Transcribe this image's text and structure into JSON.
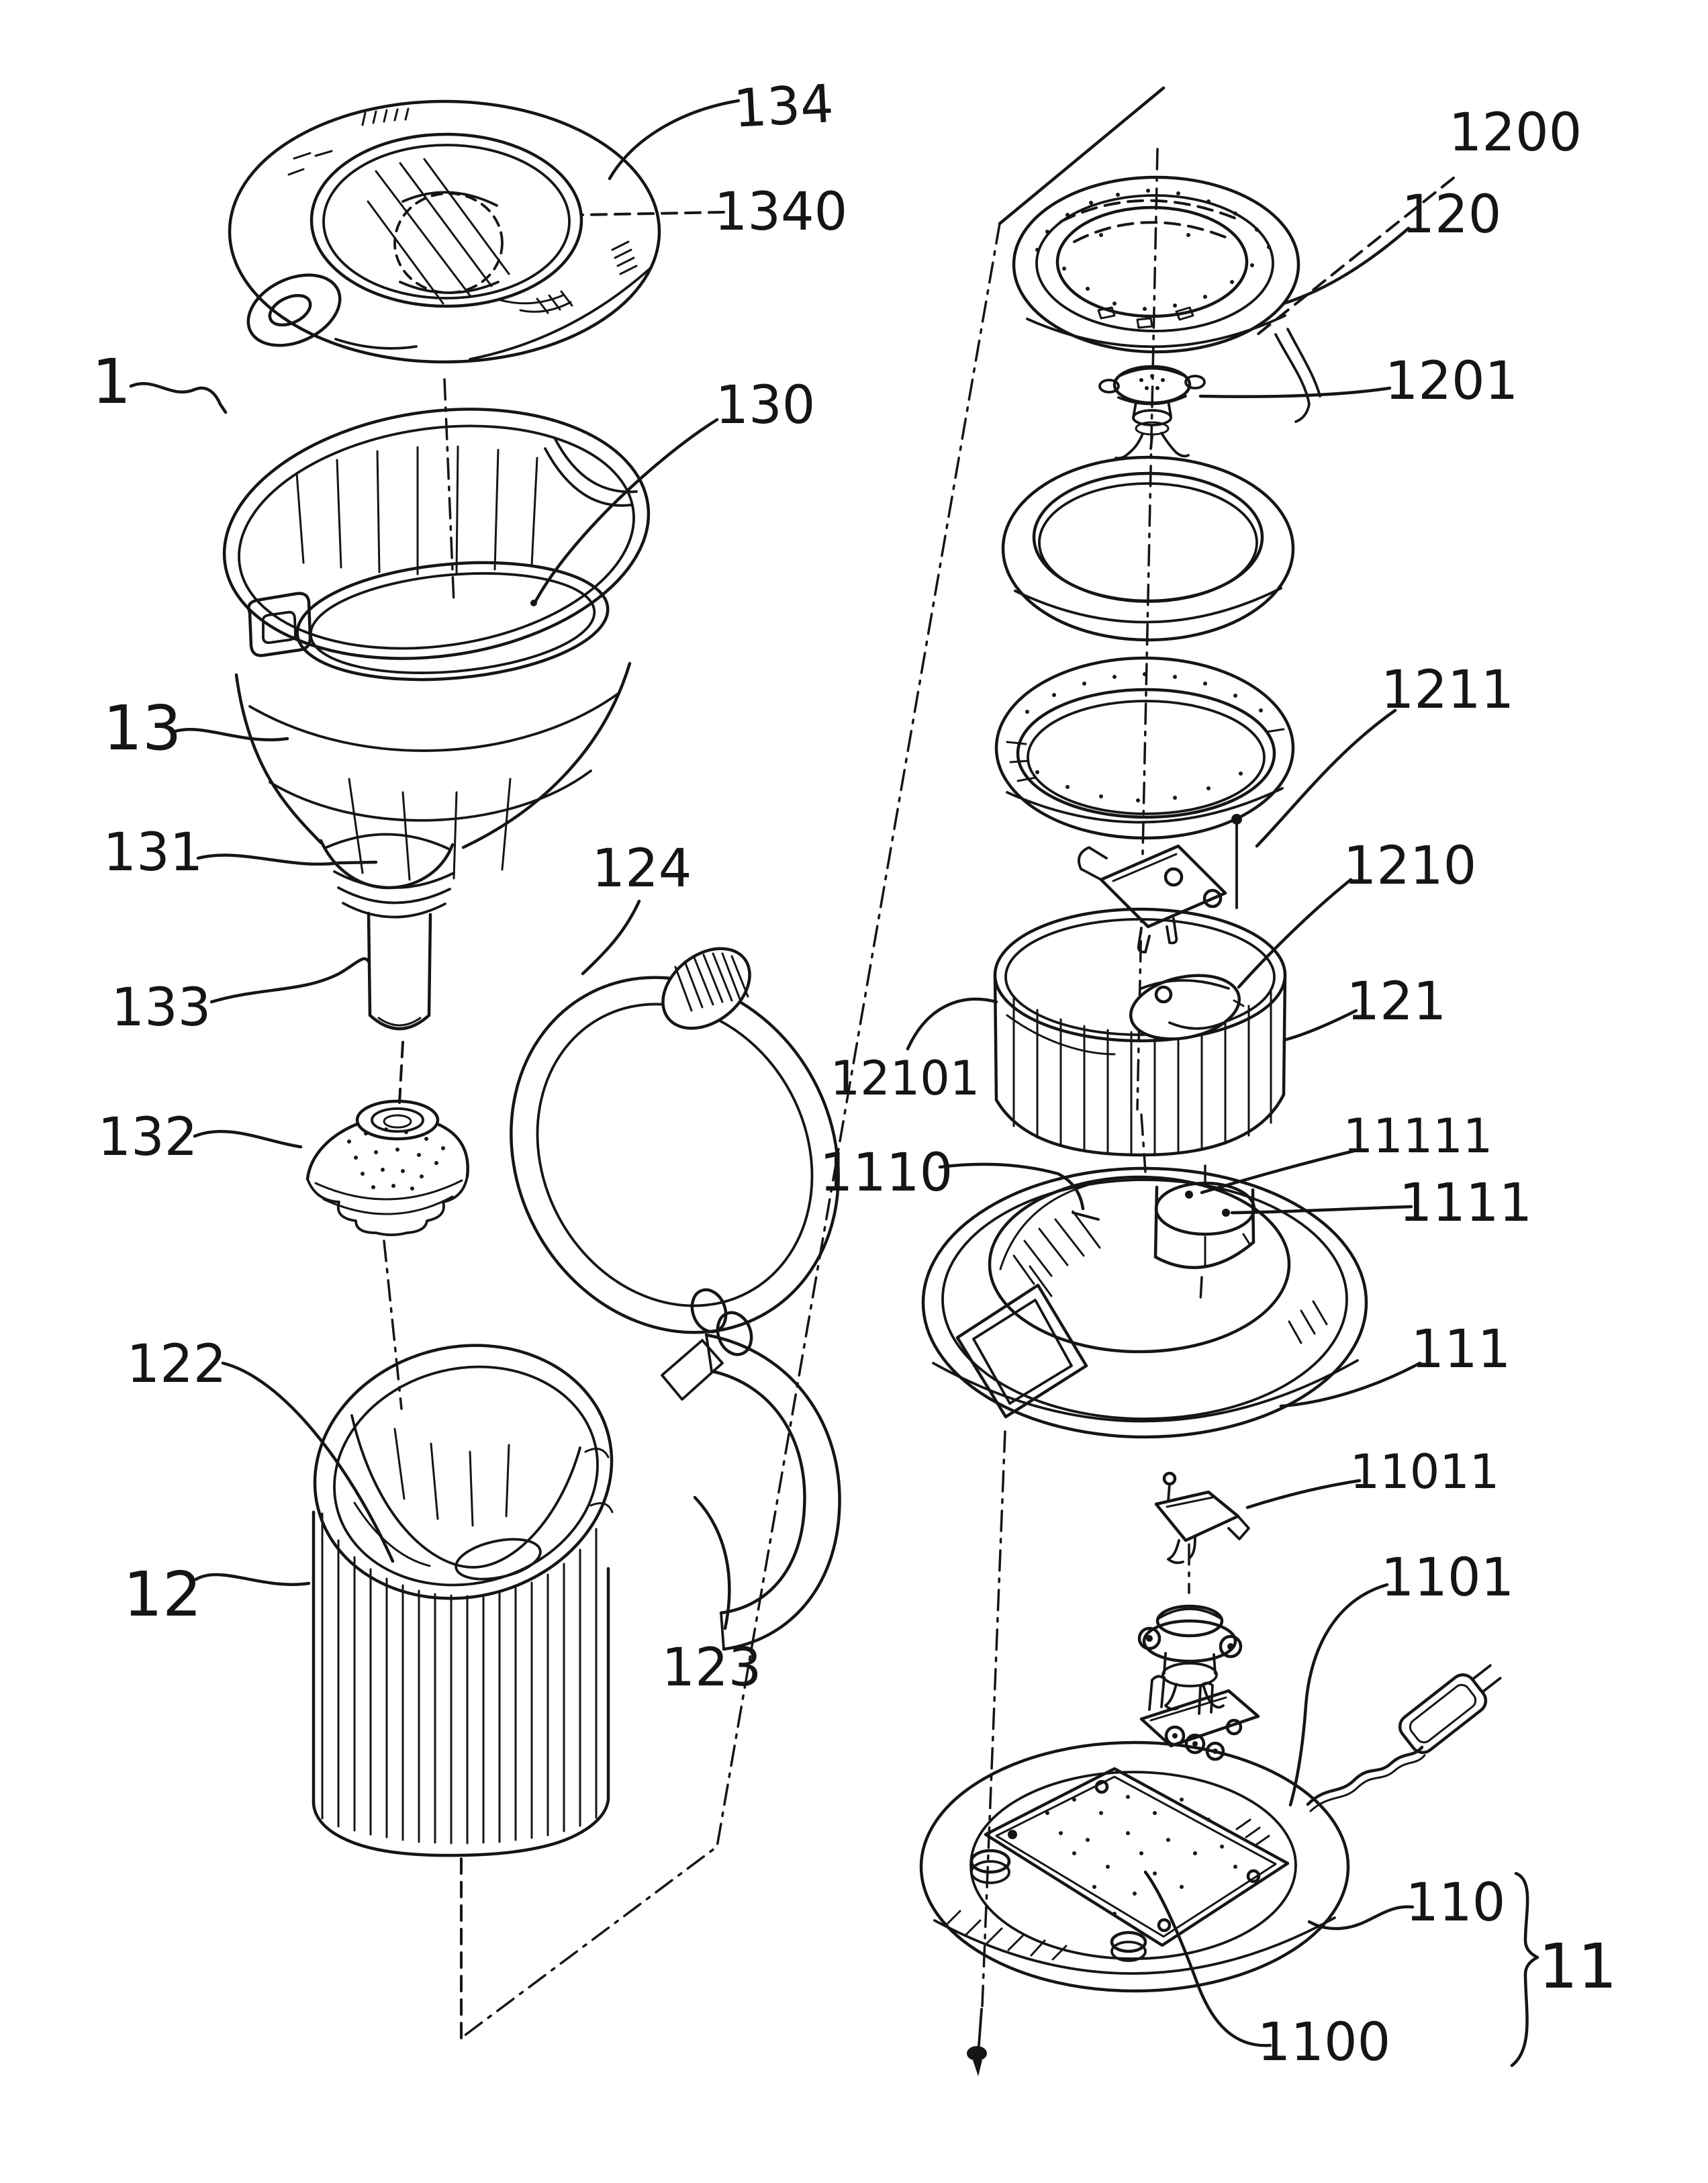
{
  "figure": {
    "kind": "patent-exploded-view-drawing",
    "background": "#ffffff",
    "line_color": "#151515",
    "subassembly_left_labels": [
      "134",
      "1340",
      "1",
      "130",
      "13",
      "131",
      "133",
      "124",
      "132",
      "122",
      "12",
      "123"
    ],
    "subassembly_right_labels": [
      "1200",
      "120",
      "1201",
      "1211",
      "1210",
      "12101",
      "121",
      "1110",
      "11111",
      "1111",
      "111",
      "11011",
      "1101",
      "110",
      "1100",
      "11"
    ]
  },
  "labels": {
    "l1": "1",
    "l11": "11",
    "l12": "12",
    "l13": "13",
    "l110": "110",
    "l111": "111",
    "l120": "120",
    "l121": "121",
    "l122": "122",
    "l123": "123",
    "l124": "124",
    "l130": "130",
    "l131": "131",
    "l132": "132",
    "l133": "133",
    "l134": "134",
    "l1100": "1100",
    "l1101": "1101",
    "l1110": "1110",
    "l1111": "1111",
    "l1200": "1200",
    "l1201": "1201",
    "l1210": "1210",
    "l1211": "1211",
    "l1340": "1340",
    "l11011": "11011",
    "l11111": "11111",
    "l12101": "12101"
  }
}
